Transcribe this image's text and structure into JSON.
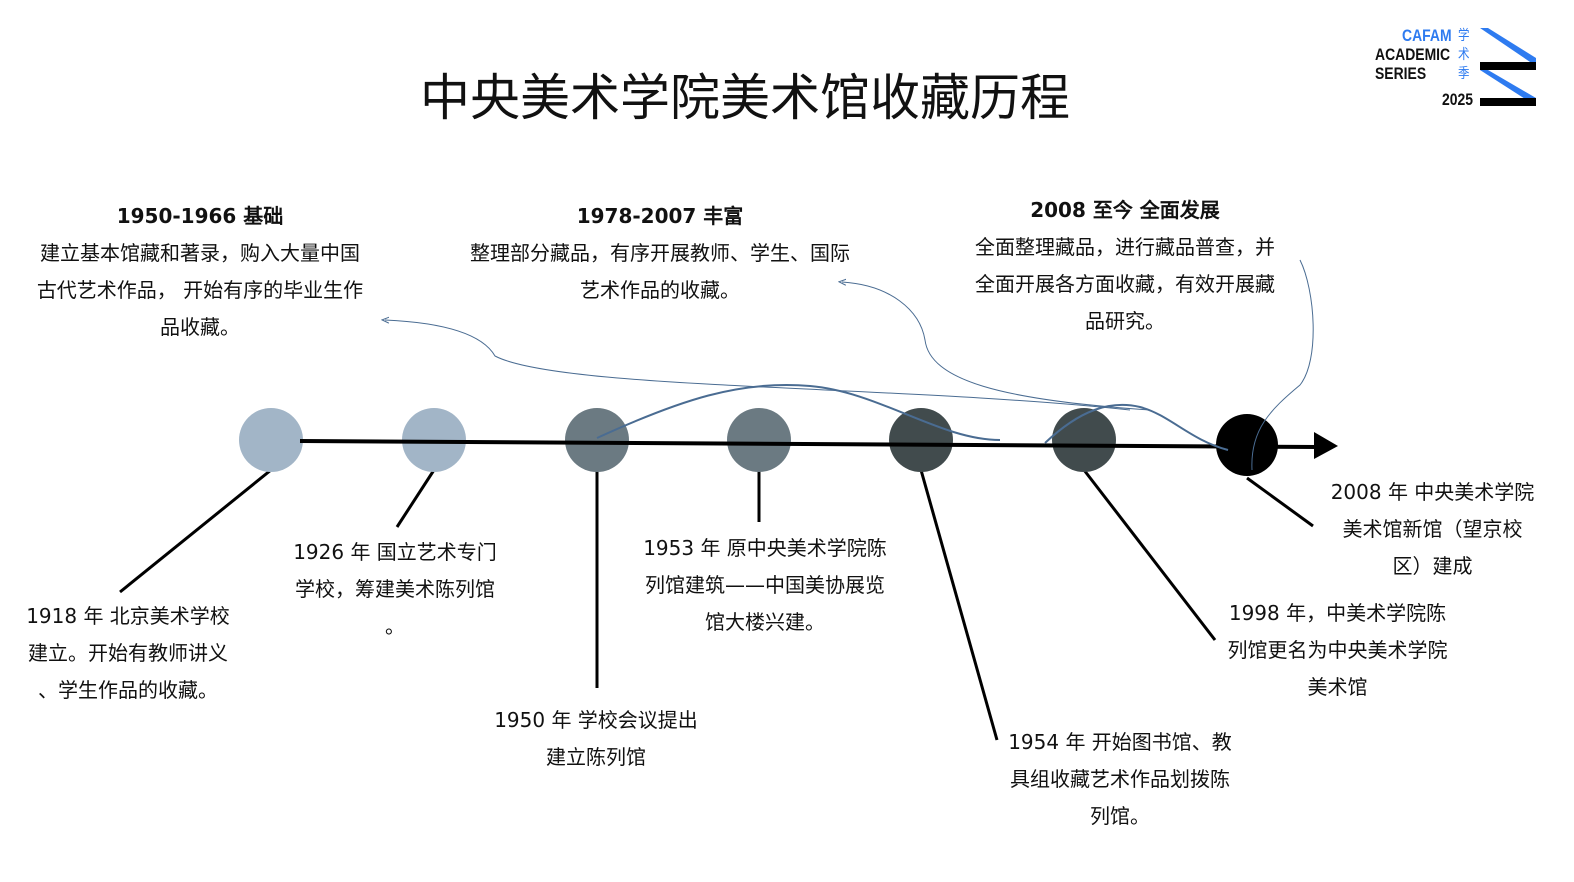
{
  "title": "中央美术学院美术馆收藏历程",
  "logo": {
    "line1": "CAFAM",
    "line2": "ACADEMIC",
    "line3": "SERIES",
    "year": "2025",
    "cn": [
      "学",
      "术",
      "季"
    ],
    "accent": "#2e7bf0"
  },
  "colors": {
    "light": "#a2b5c7",
    "mid": "#6b7a82",
    "dark": "#414b4d",
    "end": "#000000",
    "curve": "#4a6c92"
  },
  "periods": [
    {
      "heading": "1950-1966   基础",
      "lines": [
        "建立基本馆藏和著录，购入大量中国",
        "古代艺术作品， 开始有序的毕业生作",
        "品收藏。"
      ]
    },
    {
      "heading": "1978-2007   丰富",
      "lines": [
        "整理部分藏品，有序开展教师、学生、国际",
        "艺术作品的收藏。"
      ]
    },
    {
      "heading": "2008 至今  全面发展",
      "lines": [
        "全面整理藏品，进行藏品普查，并",
        "全面开展各方面收藏，有效开展藏",
        "品研究。"
      ]
    }
  ],
  "events": [
    {
      "lines": [
        "1918 年 北京美术学校",
        "建立。开始有教师讲义",
        "、学生作品的收藏。"
      ]
    },
    {
      "lines": [
        "1926 年 国立艺术专门",
        "学校，筹建美术陈列馆",
        "。"
      ]
    },
    {
      "lines": [
        "1950 年 学校会议提出",
        "建立陈列馆"
      ]
    },
    {
      "lines": [
        "1953 年 原中央美术学院陈",
        "列馆建筑——中国美协展览",
        "馆大楼兴建。"
      ]
    },
    {
      "lines": [
        "1954 年 开始图书馆、教",
        "具组收藏艺术作品划拨陈",
        "列馆。"
      ]
    },
    {
      "lines": [
        "1998 年，中美术学院陈",
        "列馆更名为中央美术学院",
        "美术馆"
      ]
    },
    {
      "lines": [
        "2008 年 中央美术学院",
        "美术馆新馆（望京校",
        "区）建成"
      ]
    }
  ]
}
